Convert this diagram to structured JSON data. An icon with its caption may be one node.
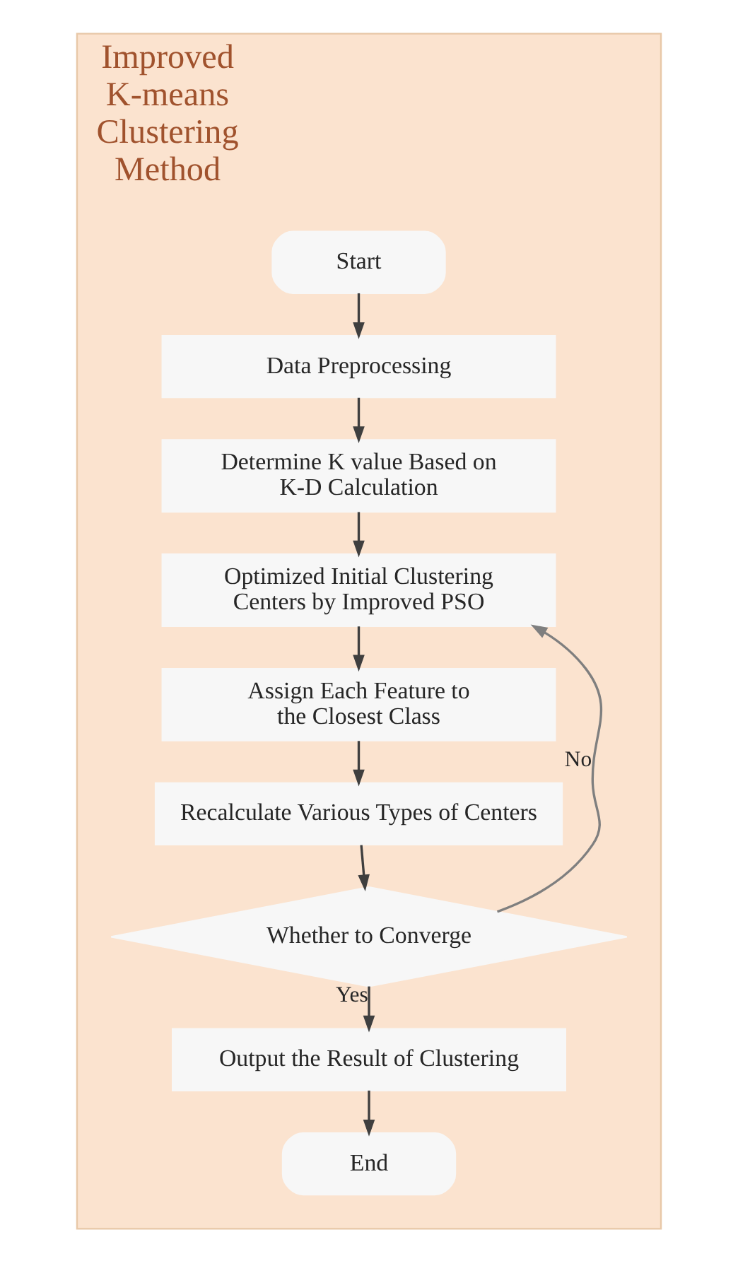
{
  "diagram": {
    "nodes": [
      {
        "text": [
          "Improved K-means Clustering Method"
        ]
      },
      {
        "text": [
          "Start"
        ],
        "in": 0
      },
      {
        "text": [
          "Data Preprocessing"
        ],
        "in": 0
      },
      {
        "text": [
          "Determine K value Based on K-D Calculation"
        ],
        "in": 0
      },
      {
        "text": [
          "Optimized Initial Clustering Centers by Improved PSO"
        ],
        "in": 0
      },
      {
        "text": [
          "Assign Each Feature to the Closest Class"
        ],
        "in": 0
      },
      {
        "text": [
          "Recalculate Various Types of Centers"
        ],
        "in": 0
      },
      {
        "text": [
          "Whether to Converge"
        ],
        "in": 0
      },
      {
        "text": [
          "Output the Result of Clustering"
        ],
        "in": 0
      },
      {
        "text": [
          "End"
        ],
        "in": 0
      }
    ],
    "edges": [
      {
        "from": 1,
        "to": 2,
        "arrow": "to"
      },
      {
        "from": 2,
        "to": 3,
        "arrow": "to"
      },
      {
        "from": 3,
        "to": 4,
        "arrow": "to"
      },
      {
        "from": 4,
        "to": 5,
        "arrow": "to"
      },
      {
        "from": 5,
        "to": 6,
        "arrow": "to"
      },
      {
        "from": 6,
        "to": 7,
        "arrow": "to"
      },
      {
        "from": 7,
        "to": 4,
        "arrow": "to",
        "label": "No",
        "color": "#7f7f7f"
      },
      {
        "from": 7,
        "to": 8,
        "arrow": "to",
        "label": "Yes"
      },
      {
        "from": 8,
        "to": 9,
        "arrow": "to"
      }
    ]
  }
}
